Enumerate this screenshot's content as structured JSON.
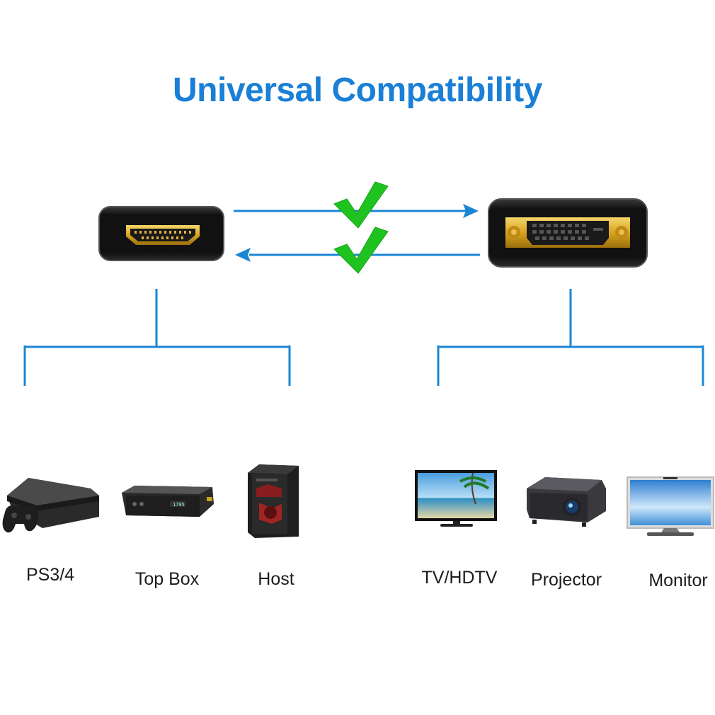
{
  "title": "Universal Compatibility",
  "colors": {
    "title": "#1a7fd6",
    "lines": "#1a86d4",
    "check": "#1fc31f",
    "connector_body": "#151515",
    "gold": "#d9a520"
  },
  "connectors": {
    "left": {
      "icon": "hdmi-port-icon"
    },
    "right": {
      "icon": "dvi-port-icon"
    }
  },
  "arrows": [
    {
      "direction": "right",
      "status_icon": "checkmark-icon"
    },
    {
      "direction": "left",
      "status_icon": "checkmark-icon"
    }
  ],
  "devices": [
    {
      "label": "PS3/4",
      "icon": "game-console-icon"
    },
    {
      "label": "Top Box",
      "icon": "set-top-box-icon"
    },
    {
      "label": "Host",
      "icon": "pc-tower-icon"
    },
    {
      "label": "TV/HDTV",
      "icon": "tv-icon"
    },
    {
      "label": "Projector",
      "icon": "projector-icon"
    },
    {
      "label": "Monitor",
      "icon": "monitor-icon"
    }
  ]
}
